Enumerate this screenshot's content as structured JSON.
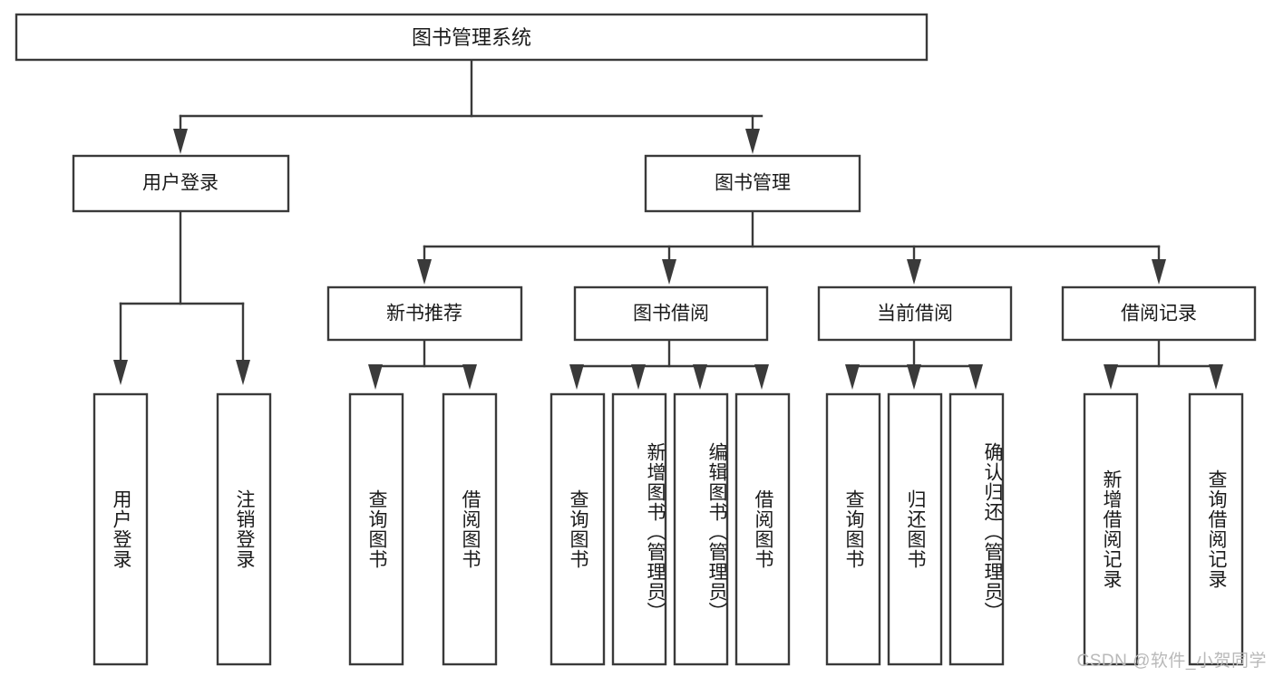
{
  "diagram": {
    "type": "hierarchy-tree",
    "title": "图书管理系统",
    "watermark": "CSDN @软件_小贺同学",
    "colors": {
      "box_stroke": "#3a3a3a",
      "box_fill": "#ffffff",
      "text": "#1a1a1a",
      "connector": "#3a3a3a",
      "watermark": "#b9b9b9",
      "background": "#ffffff"
    },
    "root": {
      "label": "图书管理系统"
    },
    "level2": [
      {
        "label": "用户登录"
      },
      {
        "label": "图书管理"
      }
    ],
    "level3": [
      {
        "label": "新书推荐"
      },
      {
        "label": "图书借阅"
      },
      {
        "label": "当前借阅"
      },
      {
        "label": "借阅记录"
      }
    ],
    "leaves": {
      "user_login": [
        {
          "label": "用户登录"
        },
        {
          "label": "注销登录"
        }
      ],
      "new_book_rec": [
        {
          "label": "查询图书"
        },
        {
          "label": "借阅图书"
        }
      ],
      "book_borrow": [
        {
          "label": "查询图书"
        },
        {
          "label": "新增图书（管理员）"
        },
        {
          "label": "编辑图书（管理员）"
        },
        {
          "label": "借阅图书"
        }
      ],
      "current_borrow": [
        {
          "label": "查询图书"
        },
        {
          "label": "归还图书"
        },
        {
          "label": "确认归还（管理员）"
        }
      ],
      "borrow_record": [
        {
          "label": "新增借阅记录"
        },
        {
          "label": "查询借阅记录"
        }
      ]
    }
  }
}
